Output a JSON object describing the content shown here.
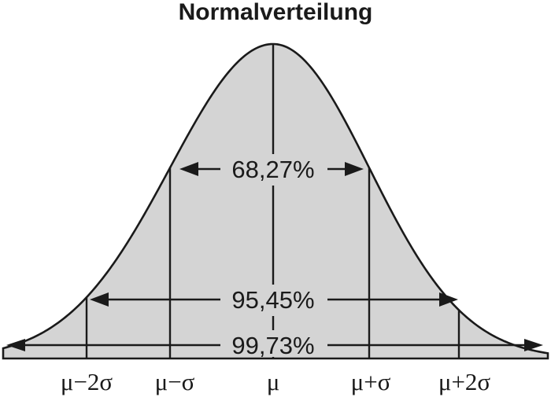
{
  "title": "Normalverteilung",
  "intervals": {
    "one_sigma": "68,27%",
    "two_sigma": "95,45%",
    "three_sigma": "99,73%"
  },
  "x_ticks": [
    "μ−2σ",
    "μ−σ",
    "μ",
    "μ+σ",
    "μ+2σ"
  ],
  "colors": {
    "fill": "#d4d4d4",
    "stroke": "#1a1a1a"
  }
}
